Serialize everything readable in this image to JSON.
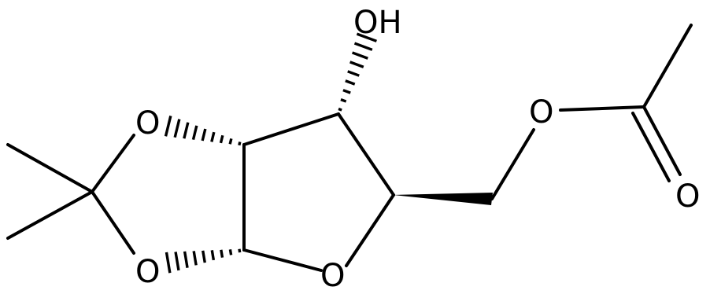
{
  "structure": {
    "atom_labels": {
      "hydroxyl": "OH",
      "dioxolane_o_upper": "O",
      "dioxolane_o_lower": "O",
      "ring_o": "O",
      "ester_o": "O",
      "carbonyl_o": "O"
    }
  }
}
